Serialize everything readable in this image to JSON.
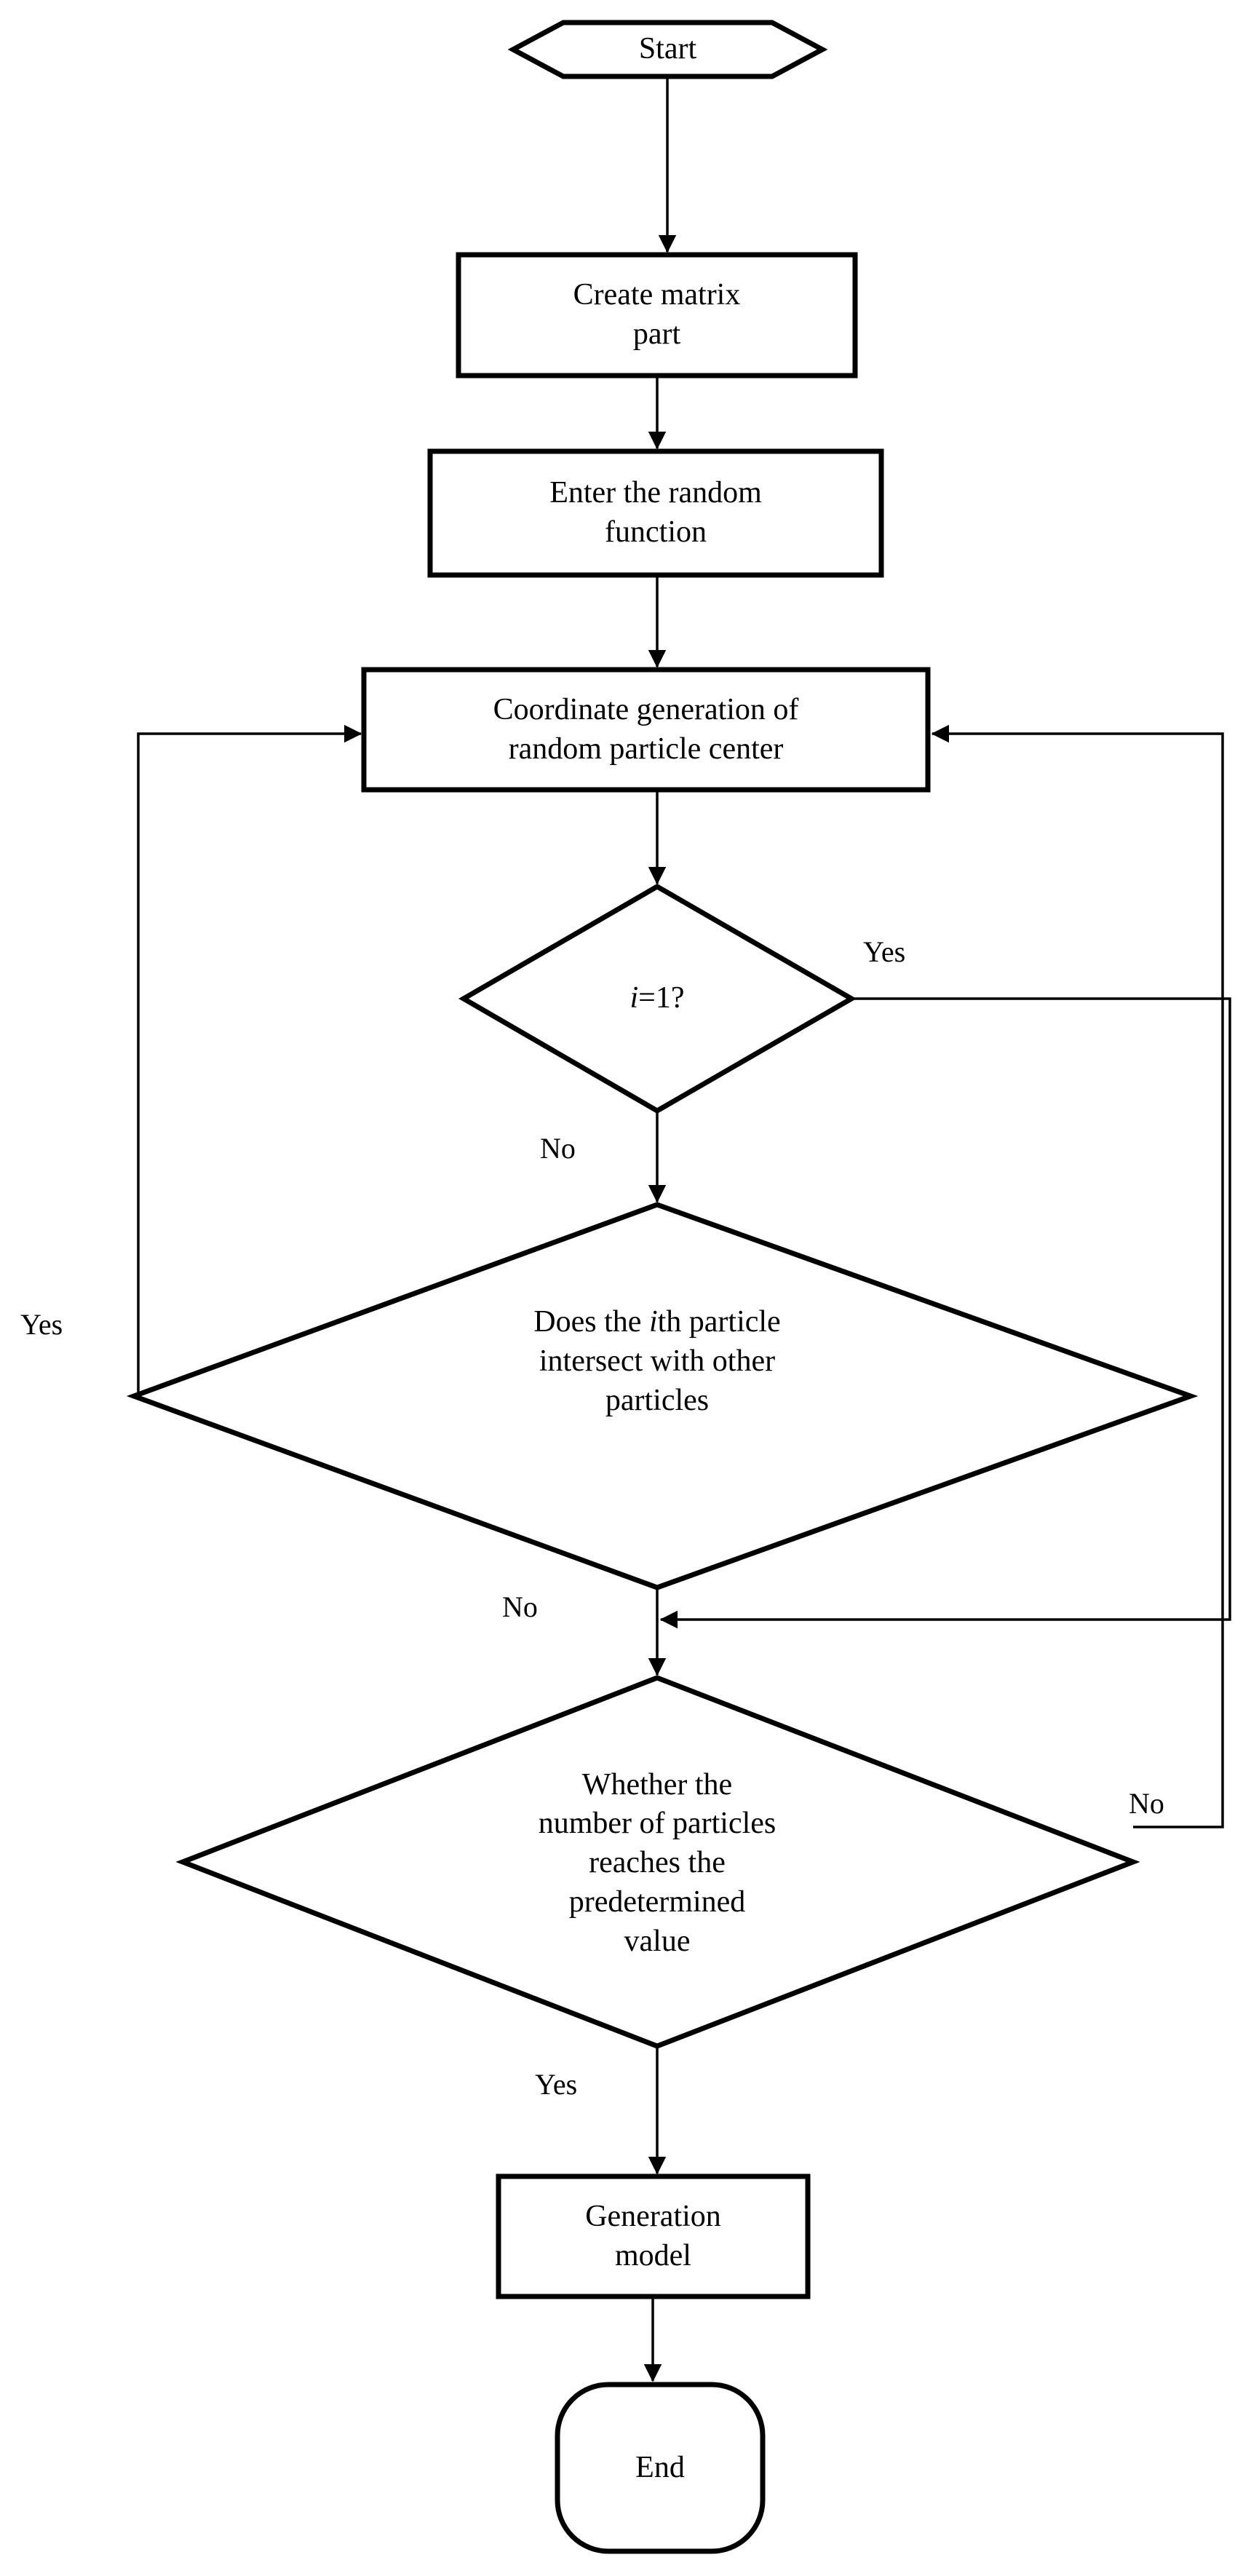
{
  "diagram": {
    "title": "Random particle generation flowchart",
    "type": "flowchart",
    "background": "#ffffff",
    "stroke_color": "#000000",
    "text_color": "#000000",
    "nodes": [
      {
        "id": "start",
        "shape": "hexagon",
        "label": "Start"
      },
      {
        "id": "create",
        "shape": "rectangle",
        "label": "Create matrix\npart"
      },
      {
        "id": "random",
        "shape": "rectangle",
        "label": "Enter the random\nfunction"
      },
      {
        "id": "coord",
        "shape": "rectangle",
        "label": "Coordinate generation of\nrandom particle center"
      },
      {
        "id": "isfirst",
        "shape": "diamond",
        "label_prefix": "i",
        "label_suffix": "=1?"
      },
      {
        "id": "intersect",
        "shape": "diamond",
        "label_pre": "Does the ",
        "label_i": "i",
        "label_post": "th particle\nintersect with other\nparticles"
      },
      {
        "id": "reached",
        "shape": "diamond",
        "label": "Whether the\nnumber of particles\nreaches the\npredetermined\nvalue"
      },
      {
        "id": "genmodel",
        "shape": "rectangle",
        "label": "Generation\nmodel"
      },
      {
        "id": "end",
        "shape": "rounded-rectangle",
        "label": "End"
      }
    ],
    "edge_labels": {
      "isfirst_yes": "Yes",
      "isfirst_no": "No",
      "intersect_yes": "Yes",
      "intersect_no": "No",
      "reached_no": "No",
      "reached_yes": "Yes"
    }
  }
}
